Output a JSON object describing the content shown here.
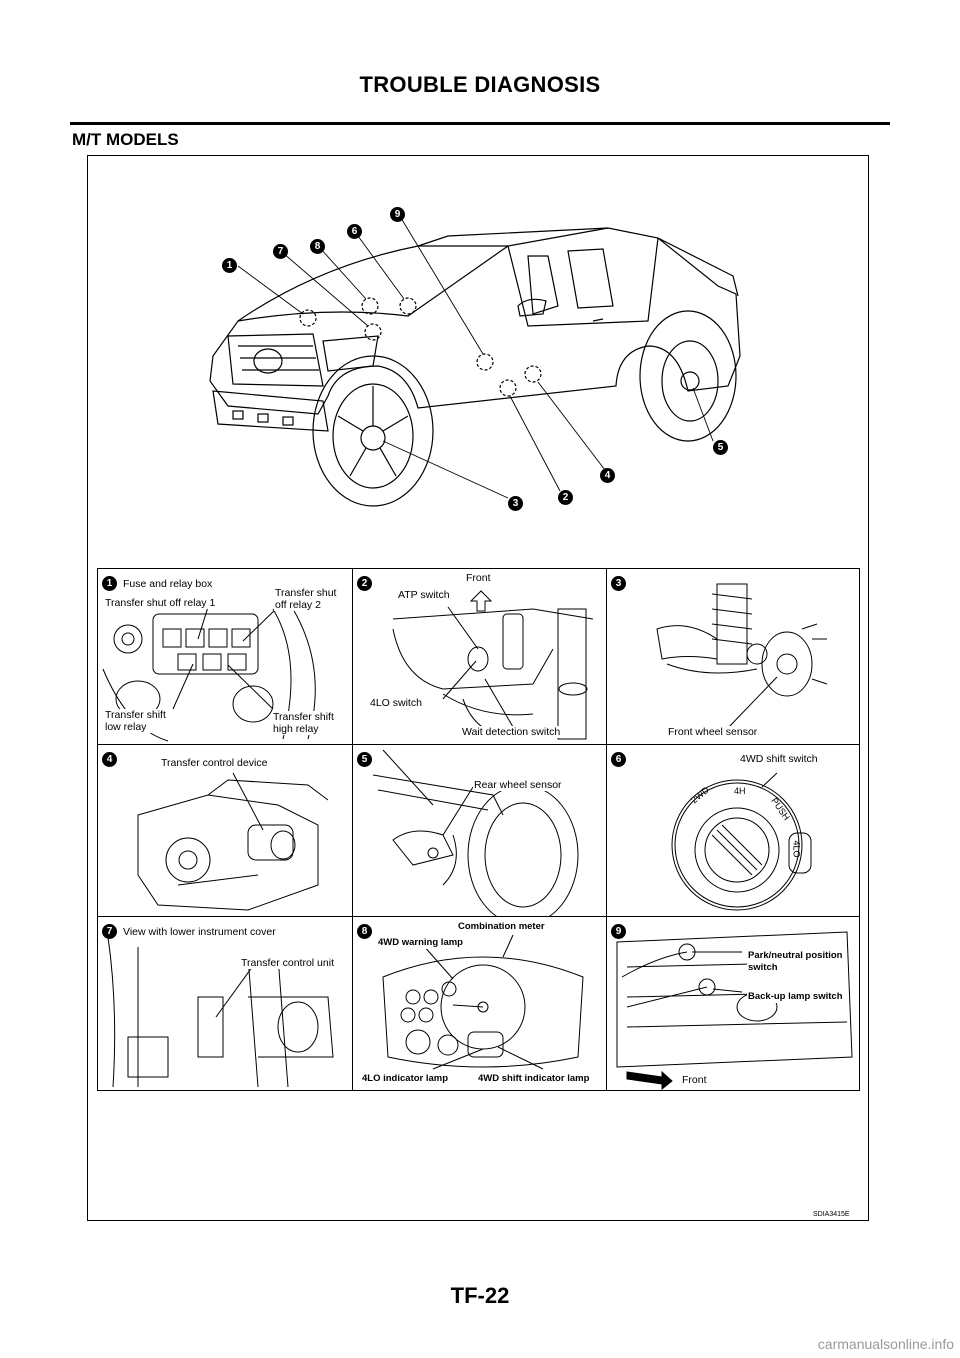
{
  "header": {
    "title": "TROUBLE DIAGNOSIS"
  },
  "section": {
    "title": "M/T MODELS"
  },
  "callouts": [
    "1",
    "2",
    "3",
    "4",
    "5",
    "6",
    "7",
    "8",
    "9"
  ],
  "panels": [
    {
      "num": "1",
      "labels": [
        "Fuse and relay box",
        "Transfer shut off relay 1",
        "Transfer shut\noff relay 2",
        "Transfer shift\nlow relay",
        "Transfer shift\nhigh relay"
      ]
    },
    {
      "num": "2",
      "labels": [
        "Front",
        "ATP switch",
        "4LO switch",
        "Wait detection switch"
      ]
    },
    {
      "num": "3",
      "labels": [
        "Front wheel sensor"
      ]
    },
    {
      "num": "4",
      "labels": [
        "Transfer control device"
      ]
    },
    {
      "num": "5",
      "labels": [
        "Rear wheel sensor"
      ]
    },
    {
      "num": "6",
      "labels": [
        "4WD shift switch",
        "2WD",
        "4H",
        "PUSH",
        "4LO"
      ]
    },
    {
      "num": "7",
      "labels": [
        "View with lower instrument cover",
        "Transfer control unit"
      ]
    },
    {
      "num": "8",
      "labels": [
        "Combination meter",
        "4WD warning lamp",
        "4LO indicator lamp",
        "4WD shift indicator lamp"
      ]
    },
    {
      "num": "9",
      "labels": [
        "Park/neutral position\nswitch",
        "Back-up lamp switch",
        "Front"
      ]
    }
  ],
  "figure_code": "SDIA3415E",
  "footer": {
    "page_number": "TF-22"
  },
  "watermark": "carmanualsonline.info"
}
